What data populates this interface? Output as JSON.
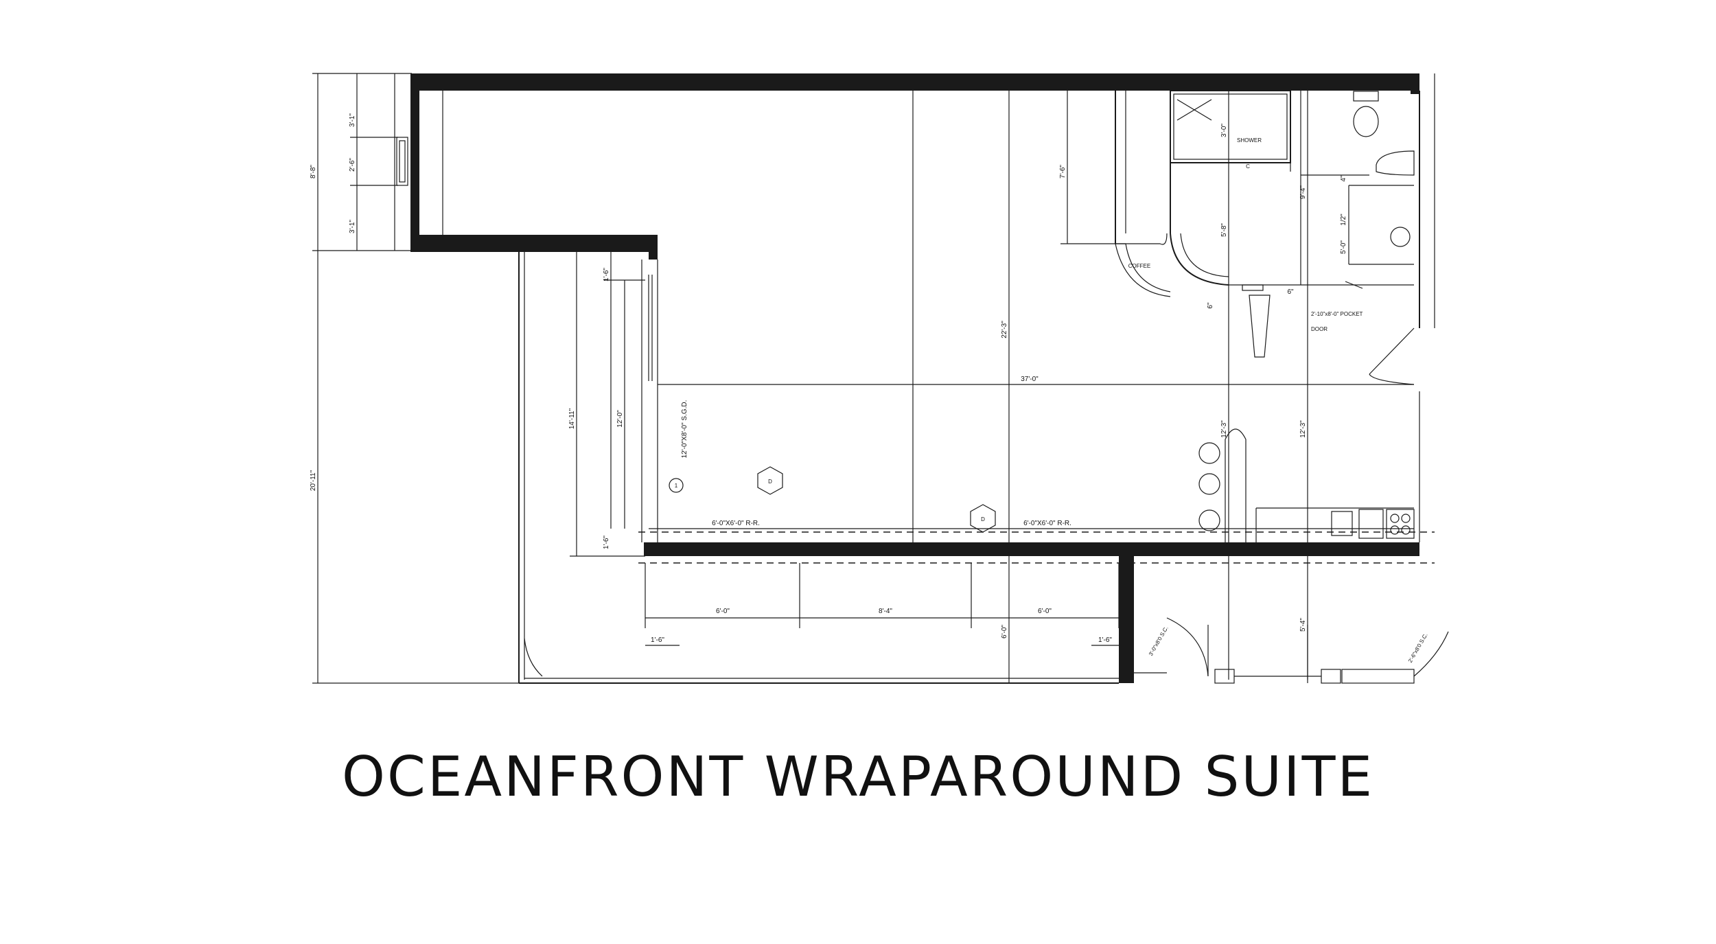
{
  "title": "OCEANFRONT WRAPAROUND SUITE",
  "dimensions": {
    "d_3_1_top": "3'-1\"",
    "d_2_6": "2'-6\"",
    "d_3_1_bot": "3'-1\"",
    "d_8_8": "8'-8\"",
    "d_20_11": "20'-11\"",
    "d_14_11": "14'-11\"",
    "d_1_6_top": "1'-6\"",
    "d_12_0": "12'-0\"",
    "d_1_6_bot": "1'-6\"",
    "d_7_6": "7'-6\"",
    "d_22_3": "22'-3\"",
    "d_37_0": "37'-0\"",
    "d_5_8": "5'-8\"",
    "d_3_0": "3'-0\"",
    "d_9_4": "9'-4\"",
    "d_4": "4\"",
    "d_5_0": "5'-0\"",
    "d_6_a": "6\"",
    "d_6_b": "6\"",
    "d_12_3_a": "12'-3\"",
    "d_12_3_b": "12'-3\"",
    "d_6_0_a": "6'-0\"",
    "d_8_4": "8'-4\"",
    "d_6_0_b": "6'-0\"",
    "d_1_6_c": "1'-6\"",
    "d_1_6_d": "1'-6\"",
    "d_6_0_v": "6'-0\"",
    "d_5_4": "5'-4\"",
    "d_half": "1/2\""
  },
  "labels": {
    "shower": "SHOWER",
    "coffee": "COFFEE",
    "pocket_door_1": "2'-10\"x8'-0\" POCKET",
    "pocket_door_2": "DOOR",
    "sgd": "12'-0\"X8'-0\" S.G.D.",
    "rr_1": "6'-0\"X6'-0\" R-R.",
    "rr_2": "6'-0\"X6'-0\" R-R.",
    "sc_1": "3'-0\"x8'0 S.C.",
    "sc_2": "2'-6\"x8'0 S.C.",
    "tag_1": "1",
    "tag_d1": "D",
    "tag_d2": "D",
    "tag_c": "C"
  }
}
